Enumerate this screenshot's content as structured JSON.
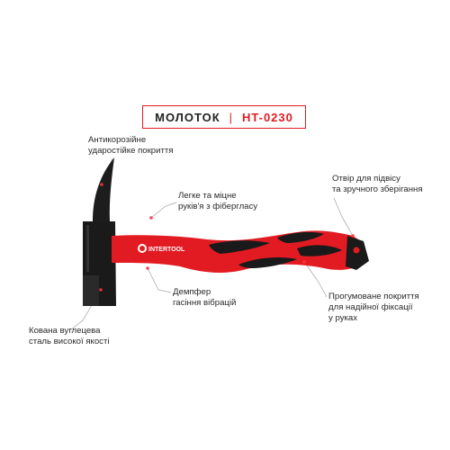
{
  "title": {
    "name": "МОЛОТОК",
    "separator": "|",
    "model": "HT-0230"
  },
  "brand": {
    "logo_text": "INTERTOOL"
  },
  "colors": {
    "accent": "#e21b23",
    "handle_black": "#1a1a1a",
    "handle_red": "#e21b23"
  },
  "callouts": {
    "coating": {
      "lines": [
        "Антикорозійне",
        "ударостійке покриття"
      ]
    },
    "fiberglass": {
      "lines": [
        "Легке та міцне",
        "руків'я з фібергласу"
      ]
    },
    "hole": {
      "lines": [
        "Отвір для підвісу",
        "та зручного зберігання"
      ]
    },
    "damper": {
      "lines": [
        "Демпфер",
        "гасіння вібрацій"
      ]
    },
    "grip": {
      "lines": [
        "Прогумоване покриття",
        "для надійної фіксації",
        "у руках"
      ]
    },
    "steel": {
      "lines": [
        "Кована вуглецева",
        "сталь високої якості"
      ]
    }
  }
}
